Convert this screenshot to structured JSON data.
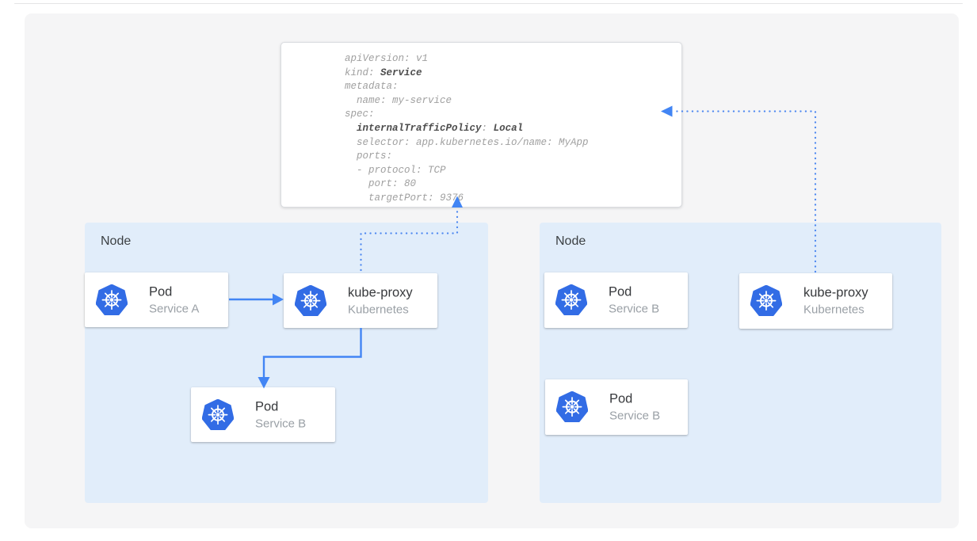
{
  "yaml": {
    "lines": [
      [
        {
          "t": "apiVersion: v1",
          "b": false
        }
      ],
      [
        {
          "t": "kind: ",
          "b": false
        },
        {
          "t": "Service",
          "b": true
        }
      ],
      [
        {
          "t": "metadata:",
          "b": false
        }
      ],
      [
        {
          "t": "  name: my-service",
          "b": false
        }
      ],
      [
        {
          "t": "spec:",
          "b": false
        }
      ],
      [
        {
          "t": "  ",
          "b": false
        },
        {
          "t": "internalTrafficPolicy",
          "b": true
        },
        {
          "t": ": ",
          "b": false
        },
        {
          "t": "Local",
          "b": true
        }
      ],
      [
        {
          "t": "  selector: app.kubernetes.io/name: MyApp",
          "b": false
        }
      ],
      [
        {
          "t": "  ports:",
          "b": false
        }
      ],
      [
        {
          "t": "  - protocol: TCP",
          "b": false
        }
      ],
      [
        {
          "t": "    port: 80",
          "b": false
        }
      ],
      [
        {
          "t": "    targetPort: 9376",
          "b": false
        }
      ]
    ]
  },
  "nodes": [
    {
      "label": "Node"
    },
    {
      "label": "Node"
    }
  ],
  "cards": [
    {
      "title": "Pod",
      "subtitle": "Service A"
    },
    {
      "title": "kube-proxy",
      "subtitle": "Kubernetes"
    },
    {
      "title": "Pod",
      "subtitle": "Service B"
    },
    {
      "title": "Pod",
      "subtitle": "Service B"
    },
    {
      "title": "kube-proxy",
      "subtitle": "Kubernetes"
    },
    {
      "title": "Pod",
      "subtitle": "Service B"
    }
  ],
  "icons": {
    "card_icon": "kubernetes-wheel-icon"
  },
  "colors": {
    "arrow_blue": "#4285f4",
    "dotted_blue": "#4e88f0",
    "kubernetes_blue": "#326ce5",
    "node_background": "#e1edfa",
    "panel_background": "#f5f5f6",
    "card_title": "#37393c",
    "card_subtitle": "#9aa0a6",
    "yaml_text": "#a0a0a0",
    "yaml_bold_text": "#4d4d4d"
  }
}
